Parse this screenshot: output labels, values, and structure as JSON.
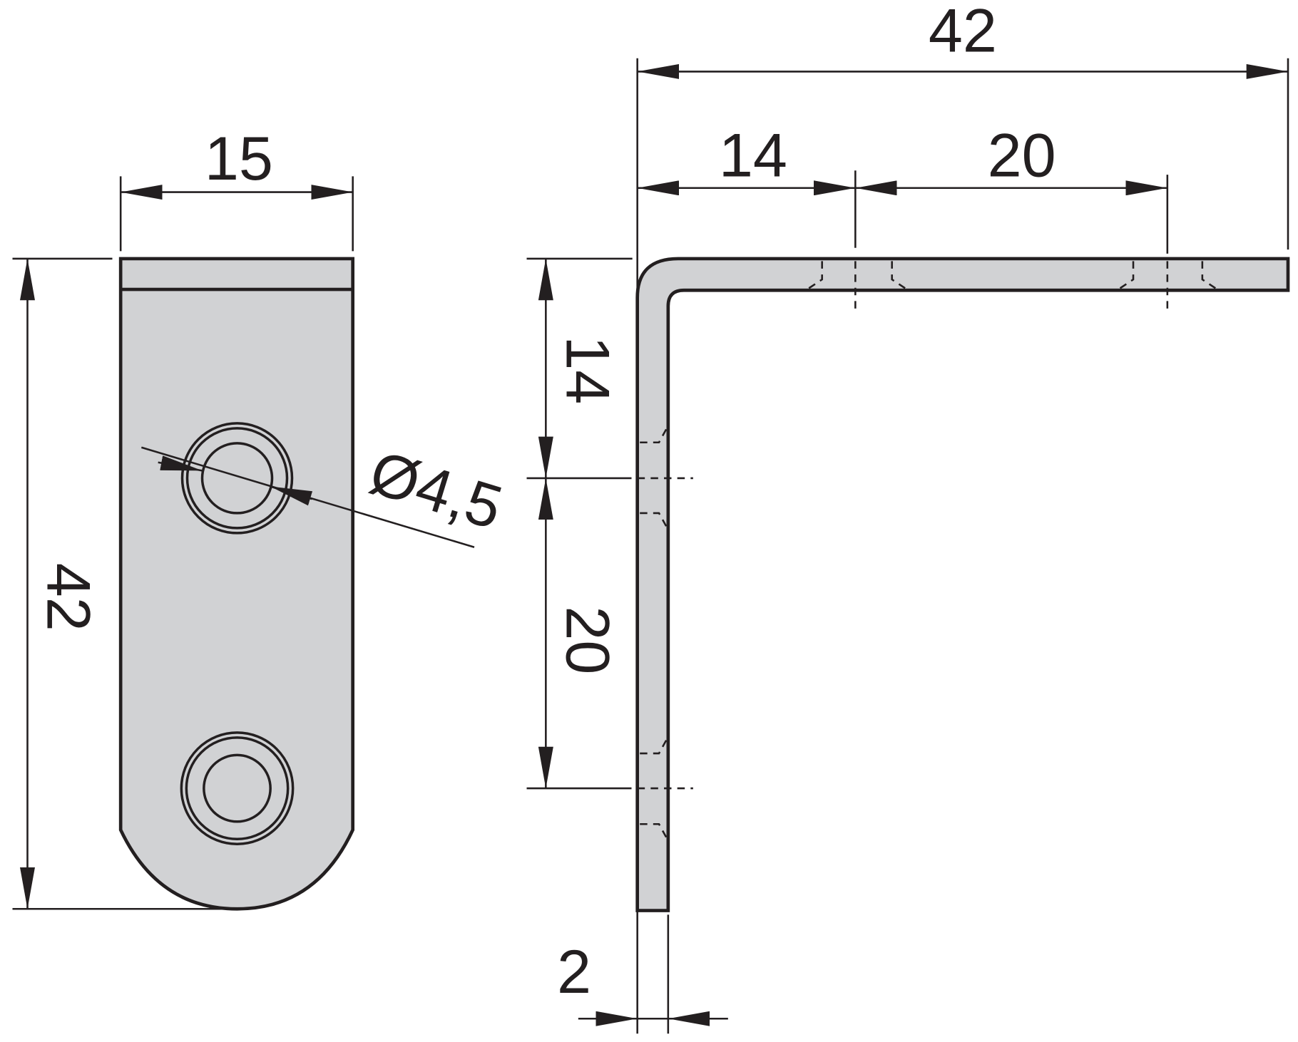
{
  "drawing": {
    "title": "Angle bracket dimension drawing",
    "units": "mm",
    "colors": {
      "line": "#231f20",
      "fill": "#d1d2d4",
      "background": "#ffffff"
    },
    "front_view": {
      "width_label": "15",
      "height_label": "42",
      "hole_diameter_label": "Ø4,5"
    },
    "side_view": {
      "total_length_label": "42",
      "first_hole_offset_label": "14",
      "hole_spacing_label": "20",
      "vertical_first_hole_offset_label": "14",
      "vertical_hole_spacing_label": "20",
      "thickness_label": "2"
    }
  }
}
